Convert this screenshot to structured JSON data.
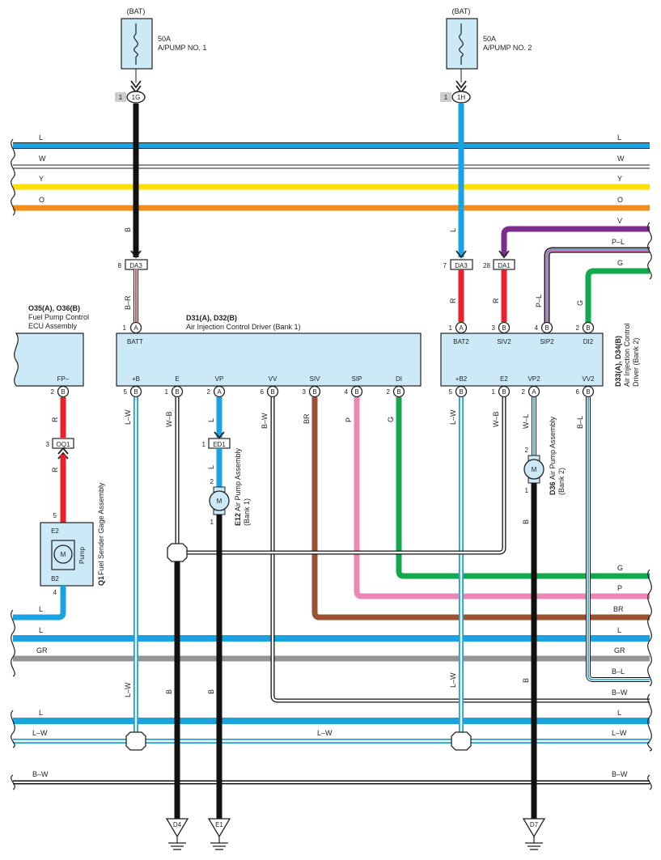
{
  "colors": {
    "L": "#1aa3e0",
    "W": "#ffffff",
    "Y": "#ffe000",
    "O": "#f28c1c",
    "V": "#7b2d8e",
    "P": "#ec86b4",
    "G": "#11a84e",
    "R": "#e8212a",
    "B": "#111111",
    "BR": "#9c5232",
    "GR": "#959595",
    "box": "#cce9f7",
    "outline": "#222222"
  },
  "power": [
    {
      "bat": "(BAT)",
      "amps": "50A",
      "name": "A/PUMP NO. 1",
      "pin": "1",
      "conn": "1G"
    },
    {
      "bat": "(BAT)",
      "amps": "50A",
      "name": "A/PUMP NO. 2",
      "pin": "1",
      "conn": "1H"
    }
  ],
  "bus_labels": {
    "L": "L",
    "W": "W",
    "Y": "Y",
    "O": "O",
    "V": "V",
    "PL": "P–L",
    "G": "G",
    "P": "P",
    "BR": "BR",
    "GR": "GR",
    "BL": "B–L",
    "BW": "B–W",
    "LW": "L–W"
  },
  "wire_labels": {
    "B": "B",
    "BR": "B–R",
    "L": "L",
    "R": "R",
    "PL": "P–L",
    "G": "G",
    "LW": "L–W",
    "WB": "W–B",
    "BW": "B–W",
    "BRW": "BR",
    "P": "P",
    "WL": "W–L",
    "BL": "B–L"
  },
  "connectors": {
    "DA3a": {
      "pin": "8",
      "id": "DA3"
    },
    "DA3b": {
      "pin": "7",
      "id": "DA3"
    },
    "DA1": {
      "pin": "28",
      "id": "DA1"
    },
    "OQ1": {
      "pin": "3",
      "id": "OQ1"
    },
    "ED1": {
      "pin": "1",
      "id": "ED1"
    }
  },
  "pin_letters": {
    "A": "A",
    "B": "B"
  },
  "pin_numbers": {
    "n1": "1",
    "n2": "2",
    "n3": "3",
    "n4": "4",
    "n5": "5",
    "n6": "6"
  },
  "d31": {
    "title": "D31(A), D32(B)",
    "subtitle": "Air Injection Control Driver (Bank 1)",
    "batt": "BATT",
    "pins": [
      "+B",
      "E",
      "VP",
      "VV",
      "SIV",
      "SIP",
      "DI"
    ]
  },
  "d33": {
    "title": "D33(A), D34(B)",
    "subtitle1": "Air Injection Control",
    "subtitle2": "Driver (Bank 2)",
    "top_pins": [
      "BAT2",
      "SIV2",
      "SIP2",
      "DI2"
    ],
    "bottom_pins": [
      "+B2",
      "E2",
      "VP2",
      "VV2"
    ]
  },
  "o35": {
    "title": "O35(A), O36(B)",
    "line1": "Fuel Pump Control",
    "line2": "ECU Assembly",
    "pin": "FP–"
  },
  "q1": {
    "id": "Q1",
    "name": "Fuel Sender Gage Assembly",
    "e2": "E2",
    "b2": "B2",
    "pump": "Pump",
    "motor": "M"
  },
  "e12": {
    "id": "E12",
    "name": "Air Pump Assembly",
    "bank": "(Bank 1)",
    "motor": "M"
  },
  "d36": {
    "id": "D36",
    "name": "Air Pump Assembly",
    "bank": "(Bank 2)",
    "motor": "M"
  },
  "grounds": [
    "D4",
    "E1",
    "D7"
  ]
}
